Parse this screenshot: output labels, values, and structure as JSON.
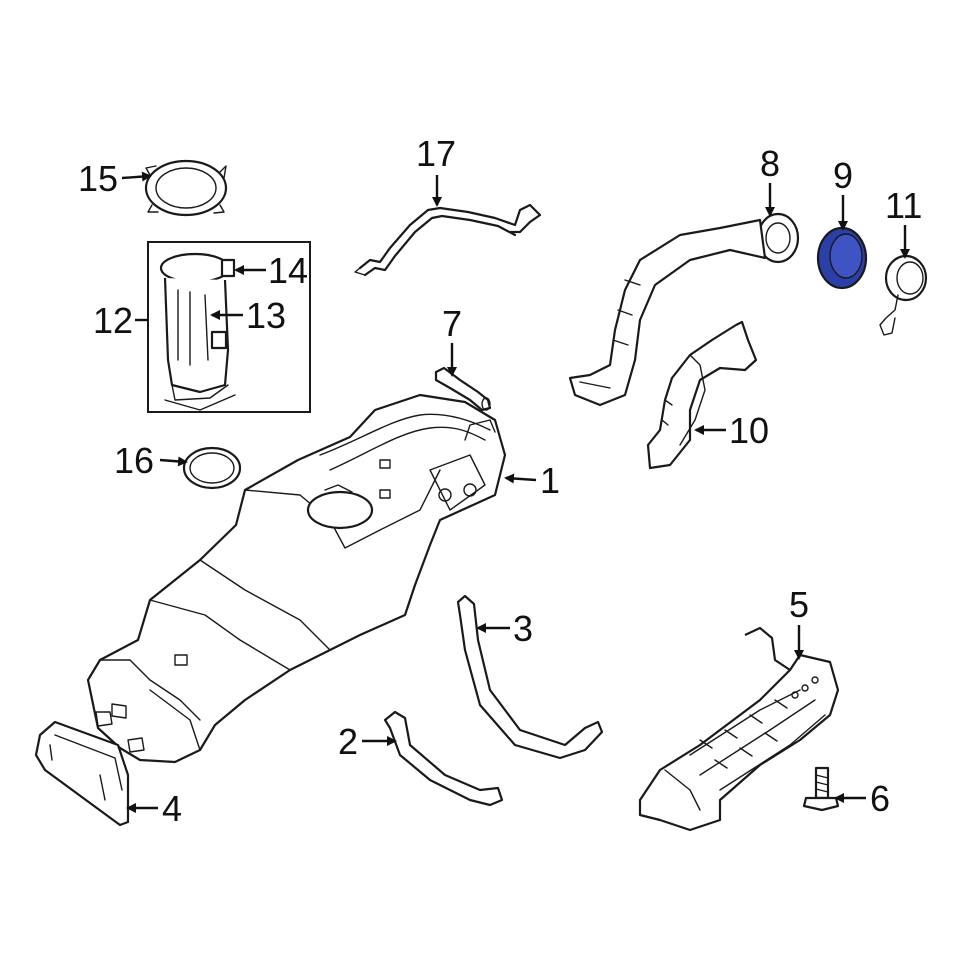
{
  "diagram": {
    "highlight_color": "#2b3fa8",
    "highlighted_part": "9",
    "callouts": [
      {
        "id": "c1",
        "label": "1"
      },
      {
        "id": "c2",
        "label": "2"
      },
      {
        "id": "c3",
        "label": "3"
      },
      {
        "id": "c4",
        "label": "4"
      },
      {
        "id": "c5",
        "label": "5"
      },
      {
        "id": "c6",
        "label": "6"
      },
      {
        "id": "c7",
        "label": "7"
      },
      {
        "id": "c8",
        "label": "8"
      },
      {
        "id": "c9",
        "label": "9"
      },
      {
        "id": "c10",
        "label": "10"
      },
      {
        "id": "c11",
        "label": "11"
      },
      {
        "id": "c12",
        "label": "12"
      },
      {
        "id": "c13",
        "label": "13"
      },
      {
        "id": "c14",
        "label": "14"
      },
      {
        "id": "c15",
        "label": "15"
      },
      {
        "id": "c16",
        "label": "16"
      },
      {
        "id": "c17",
        "label": "17"
      }
    ]
  }
}
